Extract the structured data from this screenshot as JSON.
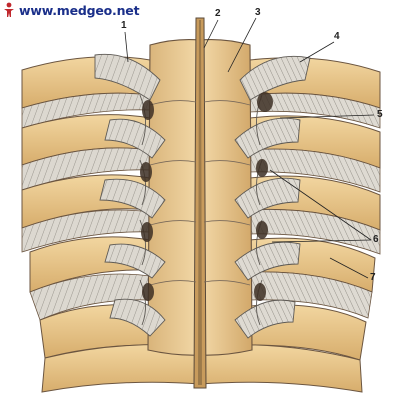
{
  "watermark": {
    "text": "www.medgeo.net"
  },
  "labels": [
    "1",
    "2",
    "3",
    "4",
    "5",
    "6",
    "7"
  ],
  "colors": {
    "bone": "#e8c58a",
    "bone_shadow": "#c9a066",
    "ligament": "#d9d6cf",
    "ligament_shadow": "#8f8c86",
    "outline": "#5a4a3a"
  }
}
